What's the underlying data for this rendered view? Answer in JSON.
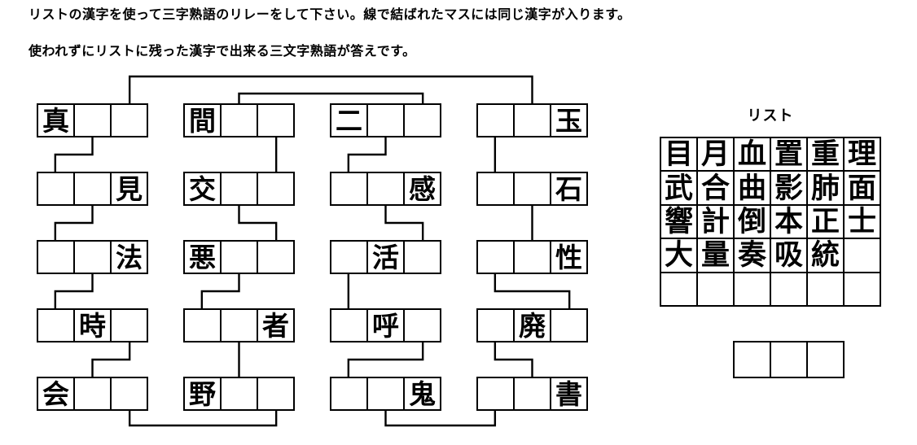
{
  "instructions": {
    "line1": "リストの漢字を使って三字熟語のリレーをして下さい。線で結ばれたマスには同じ漢字が入ります。",
    "line2": "使われずにリストに残った漢字で出来る三文字熟語が答えです。"
  },
  "puzzle": {
    "rows": [
      [
        [
          "真",
          "",
          ""
        ],
        [
          "間",
          "",
          ""
        ],
        [
          "二",
          "",
          ""
        ],
        [
          "",
          "",
          "玉"
        ]
      ],
      [
        [
          "",
          "",
          "見"
        ],
        [
          "交",
          "",
          ""
        ],
        [
          "",
          "",
          "感"
        ],
        [
          "",
          "",
          "石"
        ]
      ],
      [
        [
          "",
          "",
          "法"
        ],
        [
          "悪",
          "",
          ""
        ],
        [
          "",
          "活",
          ""
        ],
        [
          "",
          "",
          "性"
        ]
      ],
      [
        [
          "",
          "時",
          ""
        ],
        [
          "",
          "",
          "者"
        ],
        [
          "",
          "呼",
          ""
        ],
        [
          "",
          "廃",
          ""
        ]
      ],
      [
        [
          "会",
          "",
          ""
        ],
        [
          "野",
          "",
          ""
        ],
        [
          "",
          "",
          "鬼"
        ],
        [
          "",
          "",
          "書"
        ]
      ]
    ],
    "connections": [
      {
        "type": "top",
        "from": {
          "row": 0,
          "col": 0,
          "cell": 2
        },
        "to": {
          "row": 0,
          "col": 3,
          "cell": 1
        }
      },
      {
        "type": "top",
        "from": {
          "row": 0,
          "col": 1,
          "cell": 1
        },
        "to": {
          "row": 0,
          "col": 2,
          "cell": 2
        }
      },
      {
        "type": "mid",
        "from": {
          "row": 0,
          "col": 0,
          "cell": 1
        },
        "to": {
          "row": 1,
          "col": 0,
          "cell": 0
        }
      },
      {
        "type": "mid",
        "from": {
          "row": 0,
          "col": 1,
          "cell": 2
        },
        "to": {
          "row": 1,
          "col": 1,
          "cell": 2
        }
      },
      {
        "type": "mid",
        "from": {
          "row": 0,
          "col": 2,
          "cell": 1
        },
        "to": {
          "row": 1,
          "col": 2,
          "cell": 0
        }
      },
      {
        "type": "mid",
        "from": {
          "row": 0,
          "col": 3,
          "cell": 0
        },
        "to": {
          "row": 1,
          "col": 3,
          "cell": 0
        }
      },
      {
        "type": "mid",
        "from": {
          "row": 1,
          "col": 0,
          "cell": 1
        },
        "to": {
          "row": 2,
          "col": 0,
          "cell": 0
        }
      },
      {
        "type": "mid",
        "from": {
          "row": 1,
          "col": 1,
          "cell": 1
        },
        "to": {
          "row": 2,
          "col": 1,
          "cell": 2
        }
      },
      {
        "type": "mid",
        "from": {
          "row": 1,
          "col": 2,
          "cell": 1
        },
        "to": {
          "row": 2,
          "col": 2,
          "cell": 2
        }
      },
      {
        "type": "mid",
        "from": {
          "row": 1,
          "col": 3,
          "cell": 1
        },
        "to": {
          "row": 2,
          "col": 3,
          "cell": 1
        }
      },
      {
        "type": "mid",
        "from": {
          "row": 2,
          "col": 0,
          "cell": 1
        },
        "to": {
          "row": 3,
          "col": 0,
          "cell": 0
        }
      },
      {
        "type": "mid",
        "from": {
          "row": 2,
          "col": 1,
          "cell": 1
        },
        "to": {
          "row": 3,
          "col": 1,
          "cell": 0
        }
      },
      {
        "type": "mid",
        "from": {
          "row": 2,
          "col": 2,
          "cell": 0
        },
        "to": {
          "row": 3,
          "col": 2,
          "cell": 0
        }
      },
      {
        "type": "mid",
        "from": {
          "row": 2,
          "col": 3,
          "cell": 0
        },
        "to": {
          "row": 3,
          "col": 3,
          "cell": 2
        }
      },
      {
        "type": "mid",
        "from": {
          "row": 3,
          "col": 0,
          "cell": 2
        },
        "to": {
          "row": 4,
          "col": 0,
          "cell": 1
        }
      },
      {
        "type": "mid",
        "from": {
          "row": 3,
          "col": 1,
          "cell": 1
        },
        "to": {
          "row": 4,
          "col": 1,
          "cell": 1
        }
      },
      {
        "type": "mid",
        "from": {
          "row": 3,
          "col": 2,
          "cell": 2
        },
        "to": {
          "row": 4,
          "col": 2,
          "cell": 0
        }
      },
      {
        "type": "mid",
        "from": {
          "row": 3,
          "col": 3,
          "cell": 0
        },
        "to": {
          "row": 4,
          "col": 3,
          "cell": 1
        }
      },
      {
        "type": "bottom",
        "from": {
          "row": 4,
          "col": 0,
          "cell": 2
        },
        "to": {
          "row": 4,
          "col": 1,
          "cell": 2
        }
      },
      {
        "type": "bottom",
        "from": {
          "row": 4,
          "col": 2,
          "cell": 1
        },
        "to": {
          "row": 4,
          "col": 3,
          "cell": 0
        }
      }
    ]
  },
  "list": {
    "title": "リスト",
    "rows": [
      [
        "目",
        "月",
        "血",
        "置",
        "重",
        "理"
      ],
      [
        "武",
        "合",
        "曲",
        "影",
        "肺",
        "面"
      ],
      [
        "響",
        "計",
        "倒",
        "本",
        "正",
        "士"
      ],
      [
        "大",
        "量",
        "奏",
        "吸",
        "統",
        ""
      ],
      [
        "",
        "",
        "",
        "",
        "",
        ""
      ]
    ]
  },
  "answer": {
    "cells": [
      "",
      "",
      ""
    ]
  },
  "colors": {
    "ink": "#000000",
    "background": "#ffffff"
  }
}
